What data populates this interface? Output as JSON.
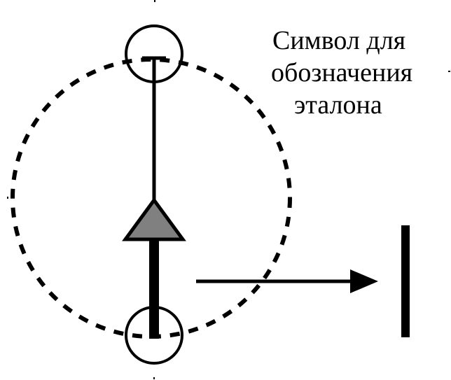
{
  "caption": {
    "lines": [
      "Символ для",
      "обозначения",
      "эталона"
    ]
  },
  "colors": {
    "stroke": "#000000",
    "triangle_fill": "#808080",
    "background": "#ffffff"
  }
}
